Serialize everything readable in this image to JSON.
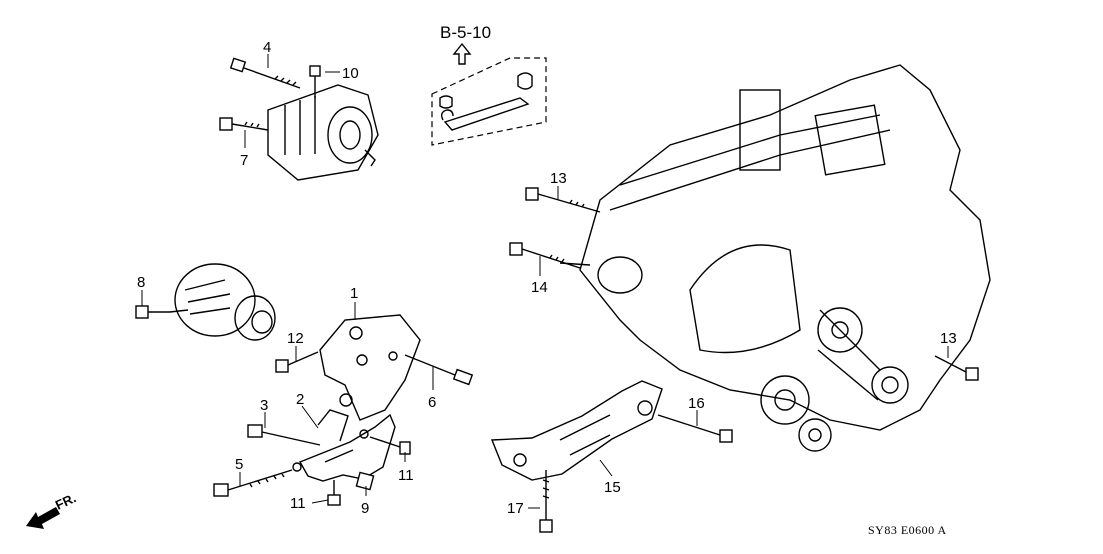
{
  "diagram": {
    "title": "Alternator / Compressor Bracket – Engine Assembly",
    "reference": "B-5-10",
    "diagram_code": "SY83 E0600 A",
    "direction_indicator": "FR.",
    "callouts": [
      {
        "id": "c1",
        "label": "1"
      },
      {
        "id": "c2",
        "label": "2"
      },
      {
        "id": "c3",
        "label": "3"
      },
      {
        "id": "c4",
        "label": "4"
      },
      {
        "id": "c5",
        "label": "5"
      },
      {
        "id": "c6",
        "label": "6"
      },
      {
        "id": "c7",
        "label": "7"
      },
      {
        "id": "c8",
        "label": "8"
      },
      {
        "id": "c9",
        "label": "9"
      },
      {
        "id": "c10",
        "label": "10"
      },
      {
        "id": "c11a",
        "label": "11"
      },
      {
        "id": "c11b",
        "label": "11"
      },
      {
        "id": "c12",
        "label": "12"
      },
      {
        "id": "c13a",
        "label": "13"
      },
      {
        "id": "c13b",
        "label": "13"
      },
      {
        "id": "c14",
        "label": "14"
      },
      {
        "id": "c15",
        "label": "15"
      },
      {
        "id": "c16",
        "label": "16"
      },
      {
        "id": "c17",
        "label": "17"
      }
    ]
  }
}
